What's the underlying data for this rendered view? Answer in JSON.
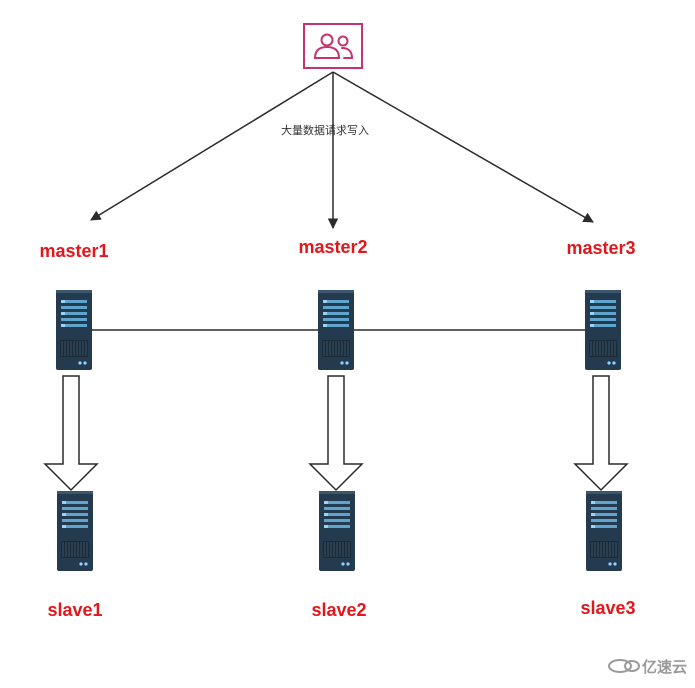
{
  "client": {
    "icon": "users-icon",
    "border_color": "#c7336e"
  },
  "request_label": "大量数据请求写入",
  "masters": [
    {
      "label": "master1"
    },
    {
      "label": "master2"
    },
    {
      "label": "master3"
    }
  ],
  "slaves": [
    {
      "label": "slave1"
    },
    {
      "label": "slave2"
    },
    {
      "label": "slave3"
    }
  ],
  "server_icon": "server-rack-icon",
  "label_color": "#e3161b",
  "line_color": "#2b2b2b",
  "watermark": {
    "text": "亿速云",
    "icon": "cloud-logo-icon"
  }
}
